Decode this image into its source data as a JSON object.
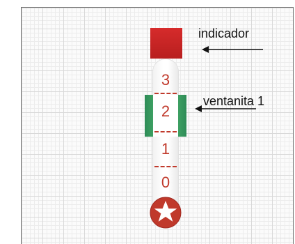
{
  "labels": {
    "indicator": "indicador",
    "window": "ventanita 1"
  },
  "scale": [
    "3",
    "2",
    "1",
    "0"
  ],
  "colors": {
    "indicator": "#d62b2b",
    "window": "#49b06b",
    "scale": "#c0392b",
    "badge": "#c0392b"
  },
  "icons": {
    "badge": "star-icon"
  }
}
